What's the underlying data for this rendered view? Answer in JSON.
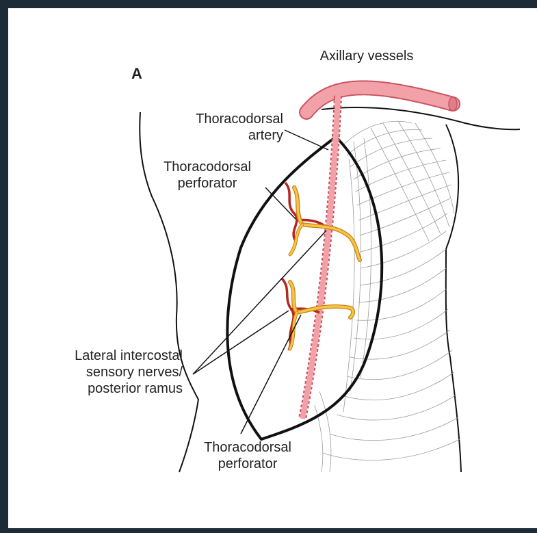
{
  "figure": {
    "panel_letter": "A",
    "labels": {
      "axillary_vessels": "Axillary vessels",
      "thoracodorsal_artery": [
        "Thoracodorsal",
        "artery"
      ],
      "thoracodorsal_perforator_upper": [
        "Thoracodorsal",
        "perforator"
      ],
      "lateral_intercostal": [
        "Lateral intercostal",
        "sensory nerves/",
        "posterior ramus"
      ],
      "thoracodorsal_perforator_lower": [
        "Thoracodorsal",
        "perforator"
      ]
    },
    "colors": {
      "background_frame": "#1c2b36",
      "vessel_pink": "#f3a1a8",
      "vessel_outline": "#c9545f",
      "nerve_yellow": "#f6c542",
      "nerve_outline": "#c8801a",
      "perforator_red": "#b5261e",
      "outline": "#111111",
      "muscle": "#9a9a9a"
    }
  }
}
